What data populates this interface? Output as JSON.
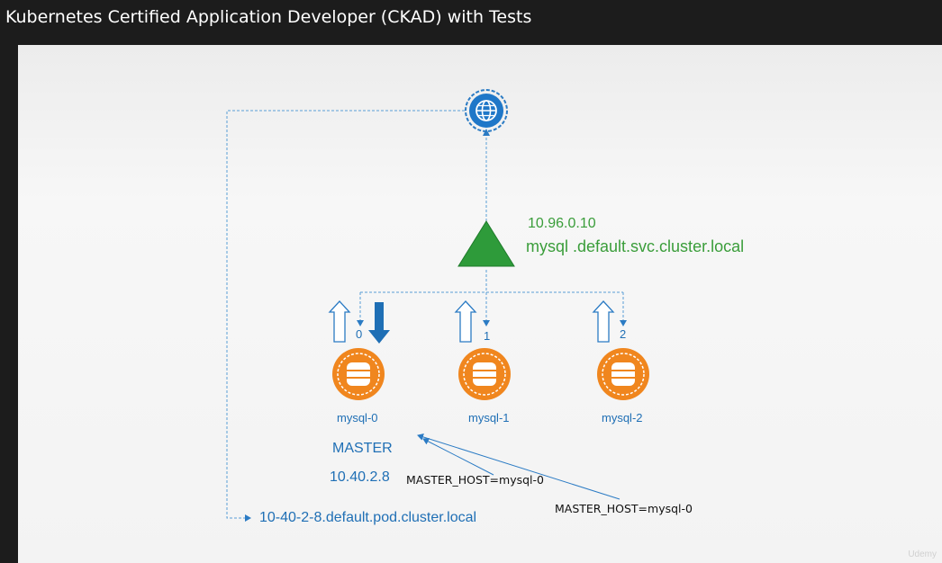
{
  "window": {
    "title": "Kubernetes Certified Application Developer (CKAD) with Tests"
  },
  "service": {
    "ip": "10.96.0.10",
    "dns": "mysql .default.svc.cluster.local"
  },
  "pods": [
    {
      "name": "mysql-0",
      "index": "0"
    },
    {
      "name": "mysql-1",
      "index": "1"
    },
    {
      "name": "mysql-2",
      "index": "2"
    }
  ],
  "master": {
    "label": "MASTER",
    "ip": "10.40.2.8"
  },
  "env": {
    "host_1": "MASTER_HOST=mysql-0",
    "host_2": "MASTER_HOST=mysql-0"
  },
  "pod_dns": "10-40-2-8.default.pod.cluster.local",
  "watermark": "Udemy",
  "colors": {
    "accent_blue": "#1f77c8",
    "service_green": "#2e9b3a",
    "pod_orange": "#f0861e"
  },
  "icons": [
    "globe-icon",
    "service-triangle-icon",
    "database-icon",
    "arrow-up-icon",
    "arrow-down-icon"
  ]
}
